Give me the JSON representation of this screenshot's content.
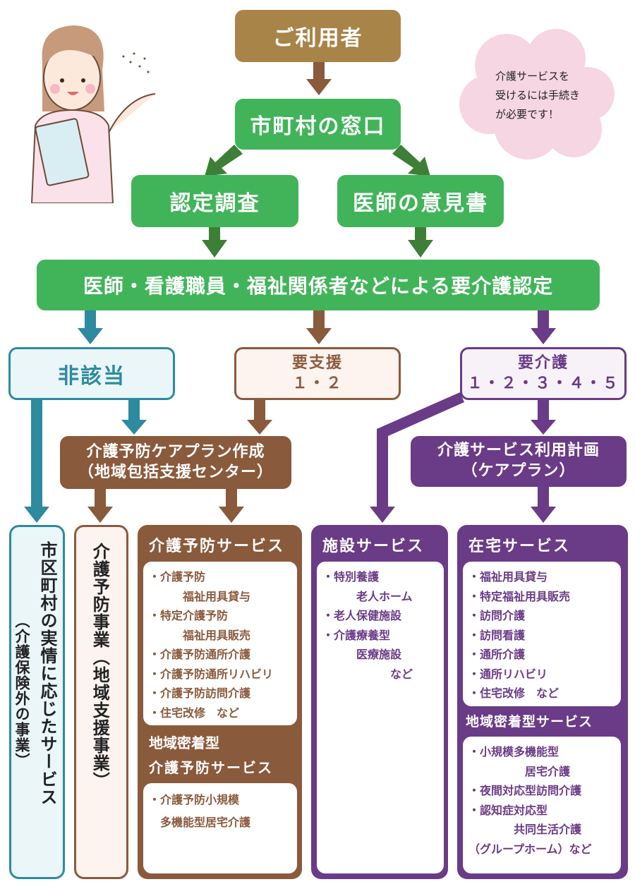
{
  "colors": {
    "green": "#41b45a",
    "dark_green": "#3d7f36",
    "gold": "#a98449",
    "teal": "#2e8a9e",
    "brown": "#8a5a3c",
    "purple": "#6a3b86",
    "pink": "#f6d6e2"
  },
  "bubble": {
    "lines": [
      "介護サービスを",
      "受けるには手続き",
      "が必要です！"
    ]
  },
  "user": "ご利用者",
  "municipal": "市町村の窓口",
  "survey": "認定調査",
  "doctor": "医師の意見書",
  "certification": "医師・看護職員・福祉関係者などによる要介護認定",
  "not_applicable": "非該当",
  "support": {
    "title": "要支援",
    "levels": "１・２"
  },
  "care": {
    "title": "要介護",
    "levels": "１・２・３・４・５"
  },
  "prevention_plan": {
    "title": "介護予防ケアプラン作成",
    "sub": "（地域包括支援センター）"
  },
  "care_plan": {
    "title": "介護サービス利用計画",
    "sub": "（ケアプラン）"
  },
  "municipal_services": {
    "main": "市区町村の実情に応じたサービス",
    "sub": "（介護保険外の事業）"
  },
  "prevention_project": "介護予防事業（地域支援事業）",
  "prevention_services": {
    "title": "介護予防サービス",
    "items": [
      "・介護予防",
      "　　　福祉用具貸与",
      "・特定介護予防",
      "　　　福祉用具販売",
      "・介護予防通所介護",
      "・介護予防通所リハビリ",
      "・介護予防訪問介護",
      "・住宅改修　など"
    ],
    "local_title_1": "地域密着型",
    "local_title_2": "介護予防サービス",
    "local_items": [
      "・介護予防小規模",
      "　多機能型居宅介護"
    ]
  },
  "facility_services": {
    "title": "施設サービス",
    "items": [
      "・特別養護",
      "　　　老人ホーム",
      "・老人保健施設",
      "・介護療養型",
      "　　　医療施設",
      "　　　　　　など"
    ]
  },
  "home_services": {
    "title": "在宅サービス",
    "items": [
      "・福祉用具貸与",
      "・特定福祉用具販売",
      "・訪問介護",
      "・訪問看護",
      "・通所介護",
      "・通所リハビリ",
      "・住宅改修　など"
    ],
    "local_title": "地域密着型サービス",
    "local_items": [
      "・小規模多機能型",
      "　　　　　居宅介護",
      "・夜間対応型訪問介護",
      "・認知症対応型",
      "　　　　共同生活介護",
      "（グループホーム）など"
    ]
  }
}
